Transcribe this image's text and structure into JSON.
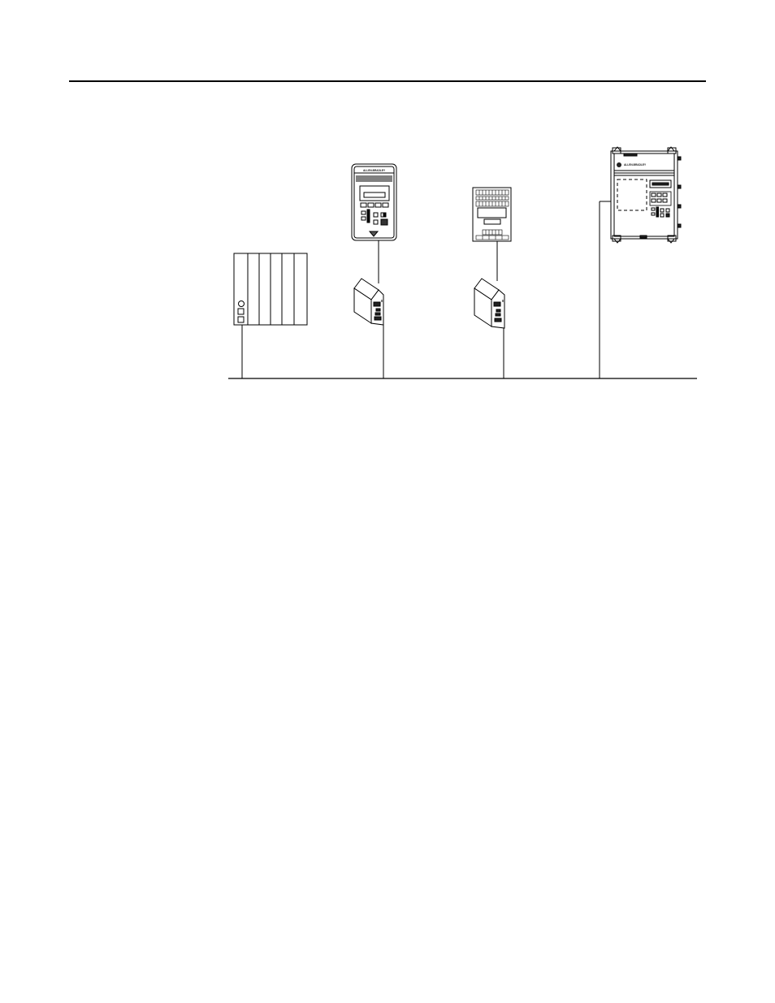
{
  "diagram": {
    "devices": [
      {
        "id": "plc_rack",
        "icon": "plc-rack-icon"
      },
      {
        "id": "remote_io_adapter_1",
        "icon": "network-adapter-icon"
      },
      {
        "id": "remote_io_adapter_2",
        "icon": "network-adapter-icon"
      },
      {
        "id": "drive_keypad",
        "icon": "drive-keypad-icon",
        "logo_text": "ALLEN-BRADLEY"
      },
      {
        "id": "io_terminal_module",
        "icon": "io-terminal-module-icon"
      },
      {
        "id": "large_drive",
        "icon": "drive-enclosure-icon",
        "logo_text": "ALLEN-BRADLEY"
      }
    ],
    "network": {
      "name": "",
      "icon": "network-trunk-line"
    }
  },
  "colors": {
    "line": "#000000",
    "fill": "#ffffff",
    "shade": "#222222"
  }
}
